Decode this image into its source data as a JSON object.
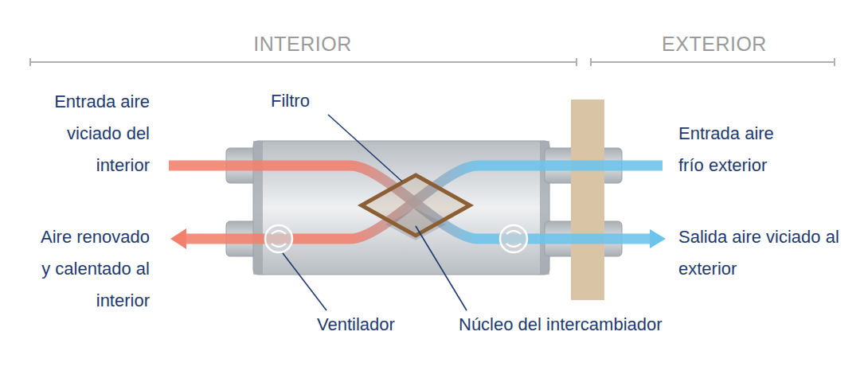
{
  "diagram": {
    "labels": [
      "INTERIOR",
      "EXTERIOR",
      "Entrada aire viciado del interior",
      "Filtro",
      "Entrada aire frío exterior",
      "Aire renovado y calentado al interior",
      "Salida aire viciado al exterior",
      "Ventilador",
      "Núcleo del intercambiador"
    ]
  }
}
